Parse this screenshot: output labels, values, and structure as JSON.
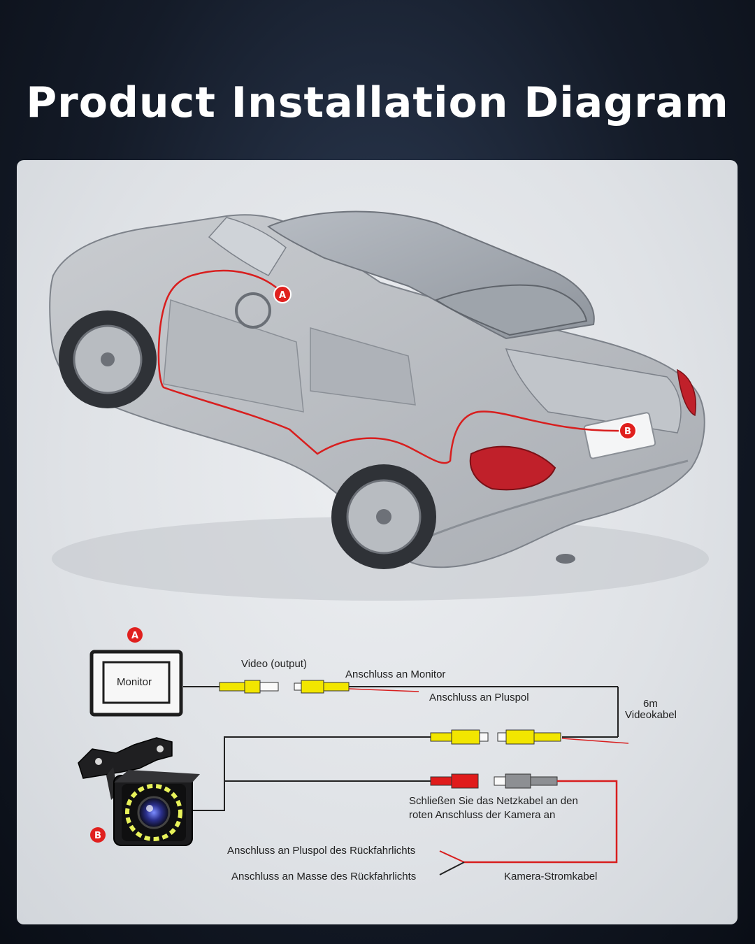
{
  "title": "Product Installation Diagram",
  "markers": {
    "a": "A",
    "b": "B"
  },
  "wiring": {
    "monitor_label": "Monitor",
    "video_output": "Video (output)",
    "connect_monitor": "Anschluss an Monitor",
    "connect_positive": "Anschluss an Pluspol",
    "cable_length": "6m",
    "cable_name": "Videokabel",
    "power_instruction_line1": "Schließen Sie das Netzkabel an den",
    "power_instruction_line2": "roten Anschluss der Kamera an",
    "reverse_positive": "Anschluss an Pluspol des Rückfahrlichts",
    "reverse_ground": "Anschluss an Masse des Rückfahrlichts",
    "camera_power_cable": "Kamera-Stromkabel"
  },
  "colors": {
    "wire_red": "#d81e1e",
    "wire_black": "#222222",
    "connector_yellow": "#f2e600",
    "connector_red": "#e01b1b",
    "badge_red": "#e0201e"
  }
}
